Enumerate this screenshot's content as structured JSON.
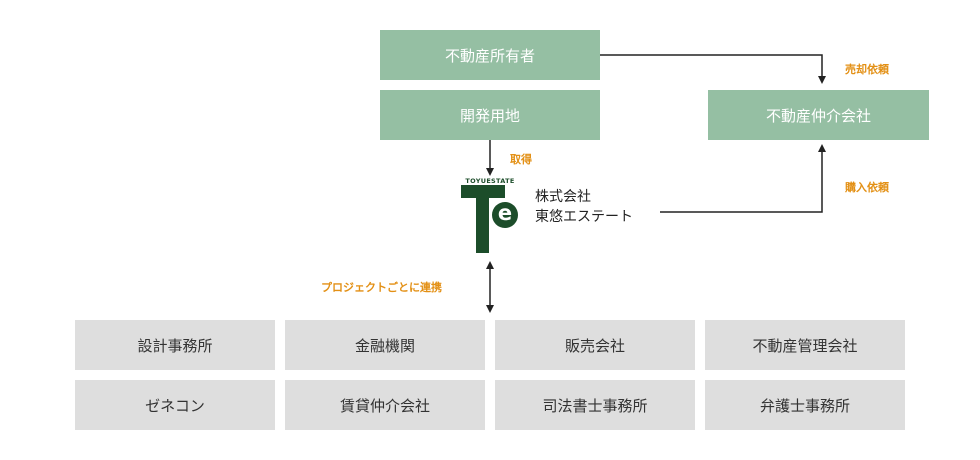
{
  "owner": "不動産所有者",
  "development_land": "開発用地",
  "real_estate_agency": "不動産仲介会社",
  "labels": {
    "sale_request": "売却依頼",
    "acquisition": "取得",
    "purchase_request": "購入依頼",
    "collaboration": "プロジェクトごとに連携"
  },
  "logo": {
    "wordmark": "TOYUESTATE",
    "letter_big": "T",
    "letter_small": "e",
    "color": "#1c4d2a"
  },
  "company": {
    "line1": "株式会社",
    "line2": "東悠エステート"
  },
  "partners": [
    "設計事務所",
    "金融機関",
    "販売会社",
    "不動産管理会社",
    "ゼネコン",
    "賃貸仲介会社",
    "司法書士事務所",
    "弁護士事務所"
  ],
  "colors": {
    "green_box": "#95bfa3",
    "gray_box": "#dedede",
    "accent": "#e39015",
    "line": "#222222"
  }
}
